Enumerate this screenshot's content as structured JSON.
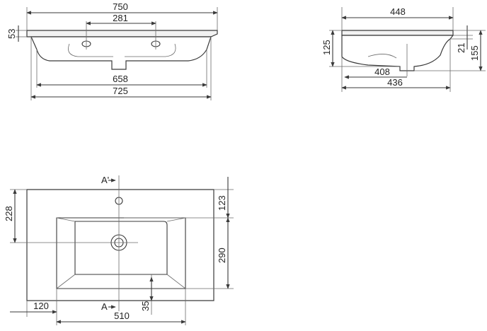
{
  "front_view": {
    "overall_width": "750",
    "tap_hole_spacing": "281",
    "top_thickness": "53",
    "bowl_width": "658",
    "base_width": "725"
  },
  "side_view": {
    "depth": "448",
    "height": "125",
    "rim_height": "21",
    "total_height": "155",
    "drain_offset": "408",
    "bottom_depth": "436"
  },
  "plan_view": {
    "section_label_top": "A'",
    "section_label_bottom": "A",
    "drain_from_back": "228",
    "tap_from_back": "123",
    "bowl_depth": "290",
    "front_margin": "35",
    "left_margin": "120",
    "bowl_width": "510"
  },
  "colors": {
    "line": "#3a3a3a",
    "background": "#ffffff"
  }
}
